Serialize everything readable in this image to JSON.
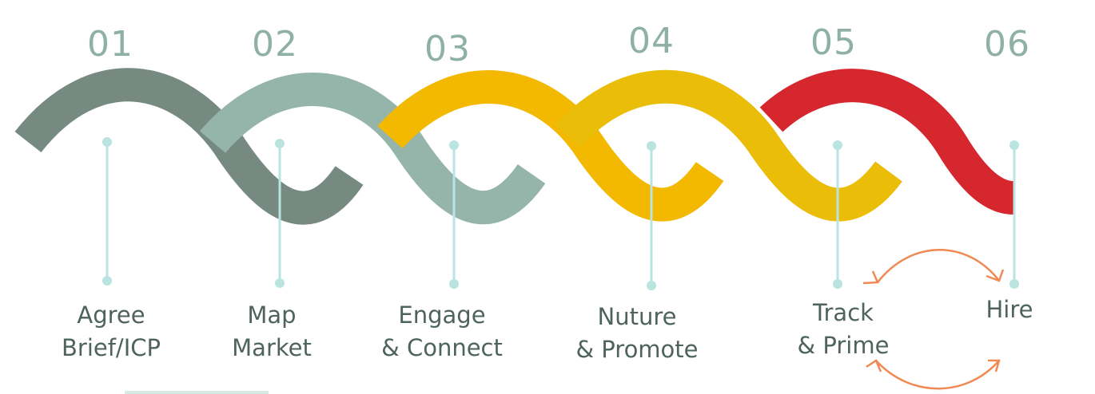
{
  "colors": {
    "step1": "#778a82",
    "step2": "#95b5aa",
    "step3": "#f3b800",
    "step4": "#e9bd08",
    "step5": "#e7b904",
    "step6": "#d6272f",
    "marker": "#b9e4df",
    "text": "#4e645a",
    "number": "#8fb0a4",
    "arrow": "#f08a55"
  },
  "steps": [
    {
      "number": "01",
      "line1": "Agree",
      "line2": "Brief/ICP"
    },
    {
      "number": "02",
      "line1": "Map",
      "line2": "Market"
    },
    {
      "number": "03",
      "line1": "Engage",
      "line2": "& Connect"
    },
    {
      "number": "04",
      "line1": "Nuture",
      "line2": "& Promote"
    },
    {
      "number": "05",
      "line1": "Track",
      "line2": "& Prime"
    },
    {
      "number": "06",
      "line1": "Hire",
      "line2": ""
    }
  ],
  "cycle_icon": "circular-arrows-icon"
}
